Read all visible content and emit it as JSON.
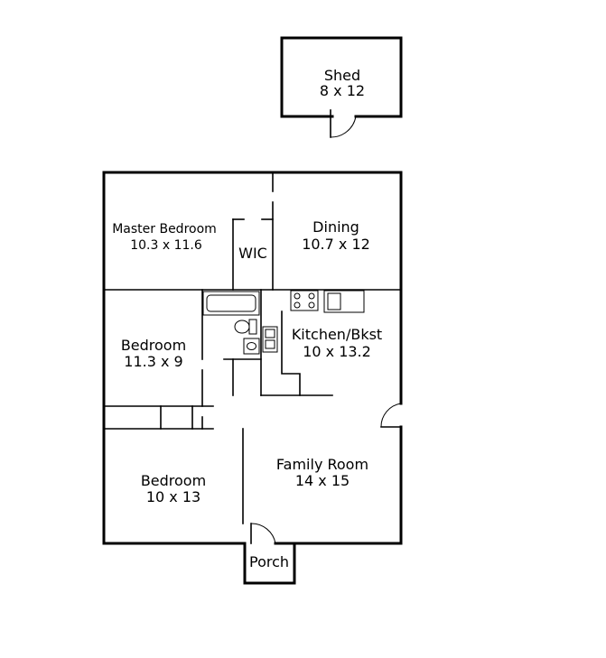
{
  "rooms": {
    "shed": {
      "name": "Shed",
      "size": "8 x 12"
    },
    "master": {
      "name": "Master Bedroom",
      "size": "10.3 x 11.6"
    },
    "wic": {
      "name": "WIC"
    },
    "dining": {
      "name": "Dining",
      "size": "10.7 x 12"
    },
    "bedroom1": {
      "name": "Bedroom",
      "size": "11.3 x 9"
    },
    "kitchen": {
      "name": "Kitchen/Bkst",
      "size": "10 x 13.2"
    },
    "bedroom2": {
      "name": "Bedroom",
      "size": "10 x 13"
    },
    "family": {
      "name": "Family Room",
      "size": "14 x 15"
    },
    "porch": {
      "name": "Porch"
    }
  }
}
